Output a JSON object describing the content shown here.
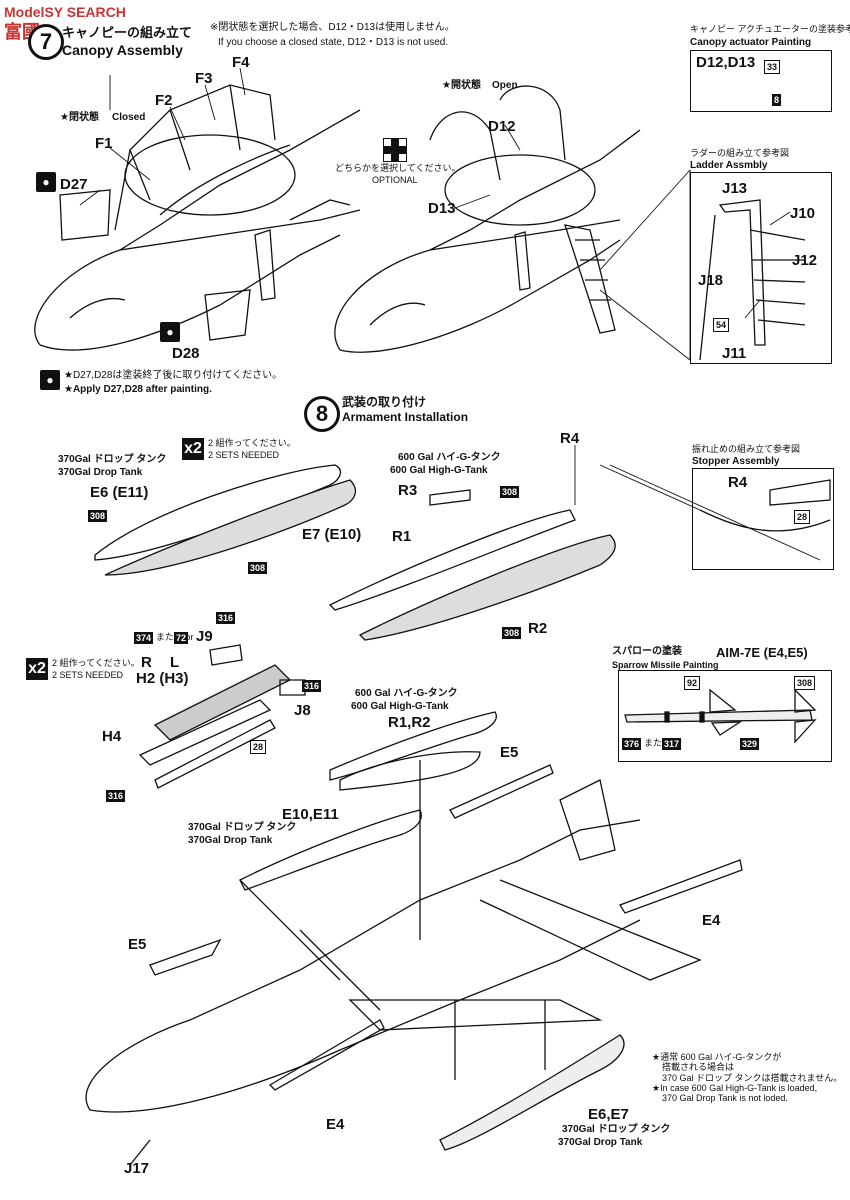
{
  "watermark": {
    "left": "ModelSY SEARCH",
    "logo": "富國"
  },
  "step7": {
    "number": "7",
    "title_jp": "キャノピーの組み立て",
    "title_en": "Canopy Assembly",
    "note_jp": "※閉状態を選択した場合、D12・D13は使用しません。",
    "note_en": "If you choose a closed state, D12・D13 is not used.",
    "closed_jp": "★閉状態",
    "closed_en": "Closed",
    "open_jp": "★開状態",
    "open_en": "Open",
    "optional_jp": "どちらかを選択してください。",
    "optional_en": "OPTIONAL",
    "apply_jp": "★D27,D28は塗装終了後に取り付けてください。",
    "apply_en": "★Apply D27,D28 after painting.",
    "parts": {
      "f1": "F1",
      "f2": "F2",
      "f3": "F3",
      "f4": "F4",
      "d27": "D27",
      "d28": "D28",
      "d12": "D12",
      "d13": "D13"
    }
  },
  "canopy_actuator": {
    "title_jp": "キャノピー アクチュエーターの塗装参考図",
    "title_en": "Canopy actuator Painting",
    "parts": "D12,D13",
    "code1": "33",
    "code2": "8"
  },
  "ladder": {
    "title_jp": "ラダーの組み立て参考図",
    "title_en": "Ladder Assmbly",
    "j13": "J13",
    "j10": "J10",
    "j12": "J12",
    "j18": "J18",
    "j11": "J11",
    "code": "54"
  },
  "step8": {
    "number": "8",
    "title_jp": "武装の取り付け",
    "title_en": "Armament Installation",
    "x2": "x2",
    "sets_jp": "2 組作ってください。",
    "sets_en": "2 SETS NEEDED",
    "tank370_jp": "370Gal ドロップ タンク",
    "tank370_en": "370Gal Drop Tank",
    "e6": "E6 (E11)",
    "e7": "E7 (E10)",
    "code308": "308",
    "tank600_jp": "600 Gal ハイ-G-タンク",
    "tank600_en": "600 Gal High-G-Tank",
    "r1": "R1",
    "r2": "R2",
    "r3": "R3",
    "r4": "R4",
    "pylon": {
      "j9": "J9",
      "r": "R",
      "l": "L",
      "h2": "H2 (H3)",
      "h4": "H4",
      "j8": "J8",
      "c374": "374",
      "or": "または or",
      "c72": "72",
      "c316": "316",
      "c28": "28"
    },
    "main": {
      "tank600_jp": "600 Gal ハイ-G-タンク",
      "tank600_en": "600 Gal High-G-Tank",
      "r1r2": "R1,R2",
      "e5a": "E5",
      "e10e11": "E10,E11",
      "tank370_jp": "370Gal ドロップ タンク",
      "tank370_en": "370Gal Drop Tank",
      "e4a": "E4",
      "e5b": "E5",
      "e4b": "E4",
      "e6e7": "E6,E7",
      "tank370b_jp": "370Gal ドロップ タンク",
      "tank370b_en": "370Gal Drop Tank",
      "j17": "J17"
    },
    "note": [
      "★通常 600 Gal ハイ-G-タンクが",
      "搭載される場合は",
      "370 Gal ドロップ タンクは搭載されません。",
      "★In case 600 Gal High-G-Tank is loaded,",
      "370 Gal Drop Tank is not loded."
    ]
  },
  "stopper": {
    "title_jp": "振れ止めの組み立て参考図",
    "title_en": "Stopper Assembly",
    "r4": "R4",
    "code": "28"
  },
  "sparrow": {
    "title_jp": "スパローの塗装",
    "title_en": "Sparrow Missile Painting",
    "heading": "AIM-7E (E4,E5)",
    "c92": "92",
    "c308": "308",
    "c376": "376",
    "or": "または or",
    "c317": "317",
    "c329": "329"
  }
}
